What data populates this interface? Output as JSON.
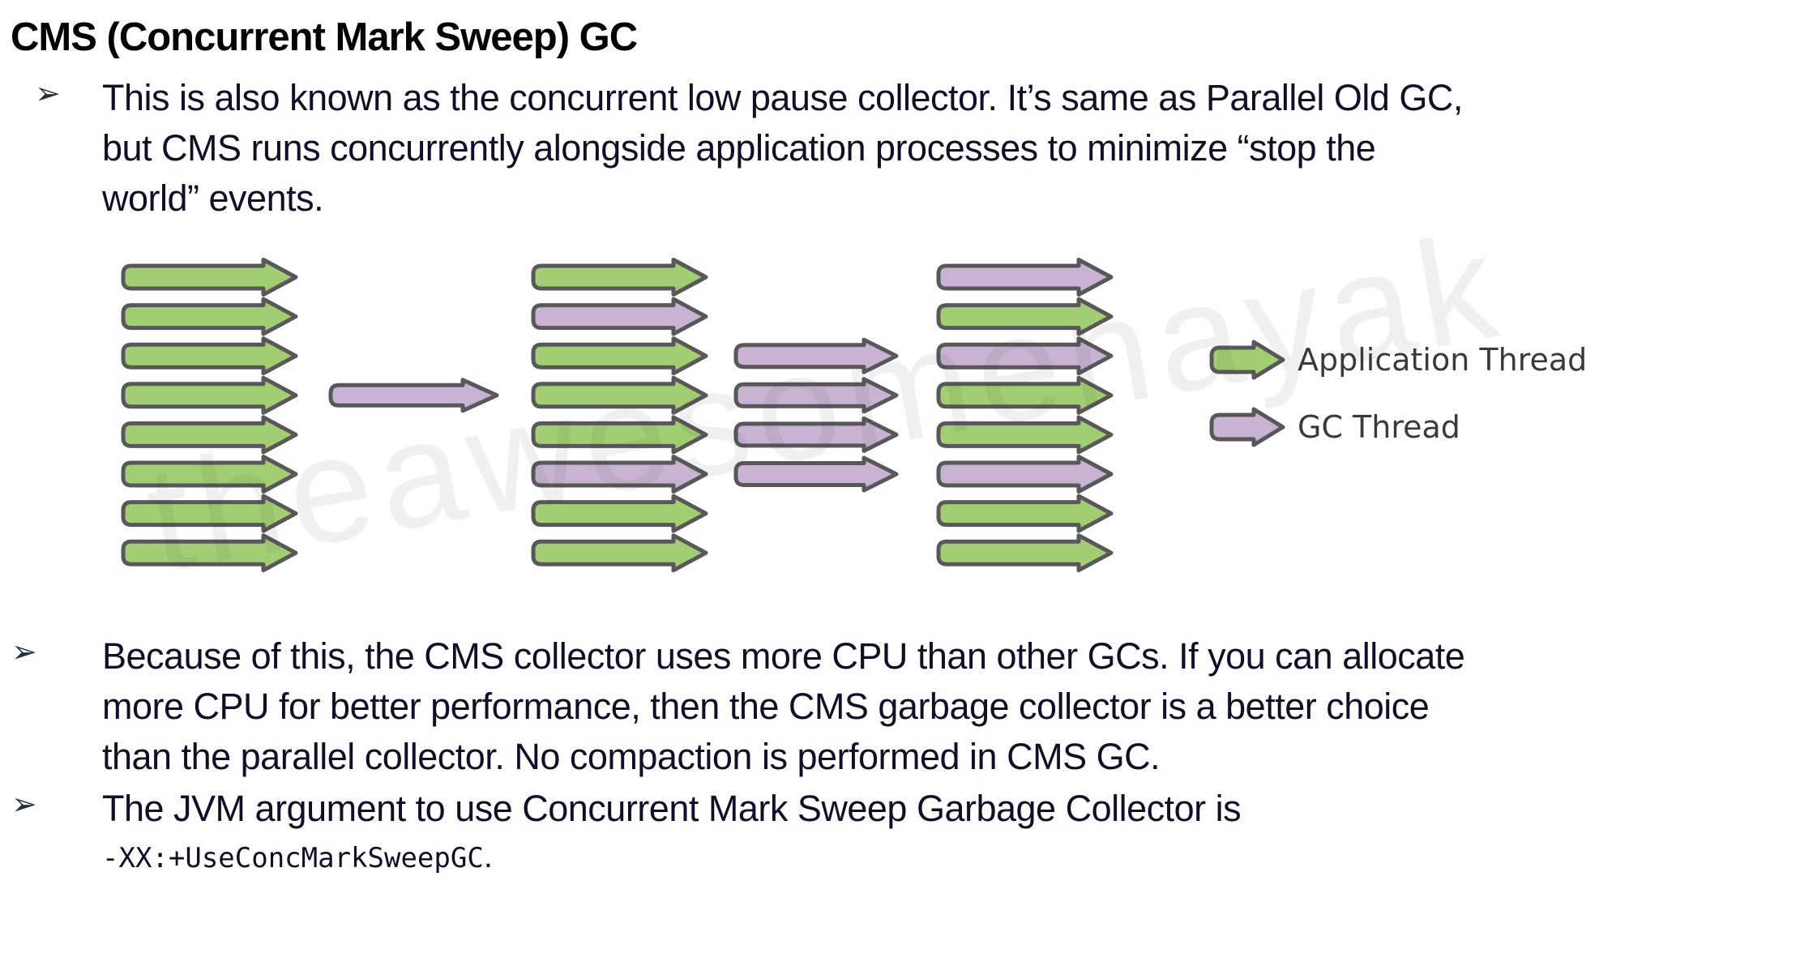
{
  "title": "CMS (Concurrent Mark Sweep) GC",
  "watermark": "theawesomenayak",
  "bullets": [
    {
      "marker": "➢",
      "lines": [
        "This is also known as the concurrent low pause collector. It’s same as Parallel Old GC,",
        "but CMS runs concurrently alongside application processes to minimize “stop the",
        "world” events."
      ]
    },
    {
      "marker": "➢",
      "lines": [
        "Because of this, the CMS collector uses more CPU than other GCs. If you can allocate",
        "more CPU for better performance, then the CMS garbage collector is a better choice",
        "than the parallel collector. No compaction is performed in CMS GC."
      ]
    },
    {
      "marker": "➢",
      "lines": [
        "The JVM argument to use Concurrent Mark Sweep Garbage Collector is"
      ],
      "code": "-XX:+UseConcMarkSweepGC",
      "code_suffix": "."
    }
  ],
  "diagram": {
    "colors": {
      "application": "#a3cd72",
      "gc": "#c8b4d2",
      "outline": "#58585a"
    },
    "groups": [
      {
        "name": "before-gc-threads",
        "startRow": 0,
        "arrows": [
          "application",
          "application",
          "application",
          "application",
          "application",
          "application",
          "application",
          "application"
        ]
      },
      {
        "name": "gc-start-arrow",
        "startRow": 3,
        "arrows": [
          "gc"
        ]
      },
      {
        "name": "initial-mark-threads",
        "startRow": 0,
        "arrows": [
          "application",
          "gc",
          "application",
          "application",
          "application",
          "gc",
          "application",
          "application"
        ]
      },
      {
        "name": "concurrent-gc-threads",
        "startRow": 2,
        "arrows": [
          "gc",
          "gc",
          "gc",
          "gc"
        ]
      },
      {
        "name": "concurrent-phase-threads",
        "startRow": 0,
        "arrows": [
          "gc",
          "application",
          "gc",
          "application",
          "application",
          "gc",
          "application",
          "application"
        ]
      }
    ],
    "legend": [
      {
        "label": "Application Thread",
        "color": "application"
      },
      {
        "label": "GC Thread",
        "color": "gc"
      }
    ]
  }
}
